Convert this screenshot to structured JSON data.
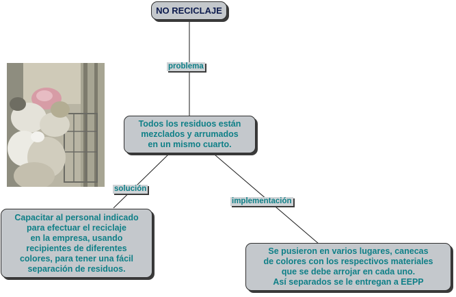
{
  "root": {
    "title": "NO RECICLAJE"
  },
  "links": {
    "problem": "problema",
    "solution": "solución",
    "implementation": "implementación"
  },
  "nodes": {
    "problem_text": "Todos los residuos  están\nmezclados y arrumados\nen un mismo cuarto.",
    "solution_text": "Capacitar al personal indicado\npara efectuar el reciclaje\nen la empresa, usando\nrecipientes de diferentes\ncolores, para tener una fácil\nseparación de residuos.",
    "implementation_text": "Se pusieron en varios lugares, canecas\nde colores con los respectivos materiales\nque se debe arrojar en cada uno.\nAsí separados se le entregan a EEPP"
  },
  "colors": {
    "node_fill": "#c4c8cc",
    "node_text": "#0f7f87",
    "root_text": "#0c1a4d",
    "connector": "#1a1a1a"
  }
}
